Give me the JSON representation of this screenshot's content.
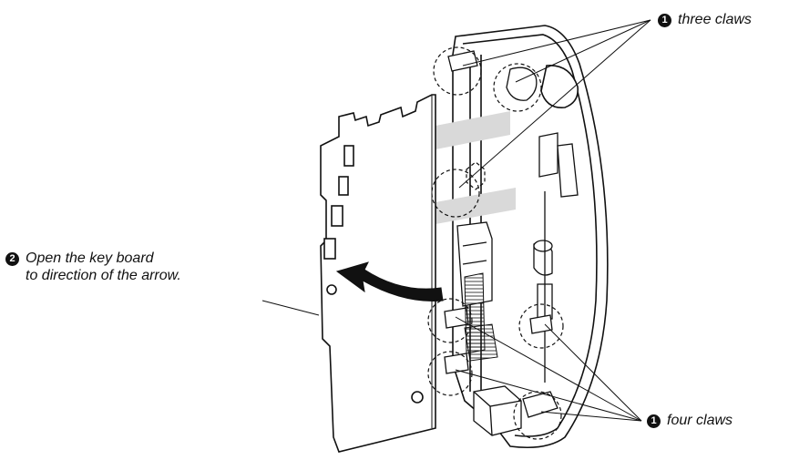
{
  "callouts": {
    "three_claws": {
      "number": "1",
      "text": "three claws"
    },
    "open_keyboard": {
      "number": "2",
      "line1": "Open the key board",
      "line2": "to direction of the arrow."
    },
    "four_claws": {
      "number": "1",
      "text": "four claws"
    }
  },
  "colors": {
    "ink": "#111111",
    "paper": "#ffffff",
    "shade": "#d9d9d9"
  }
}
